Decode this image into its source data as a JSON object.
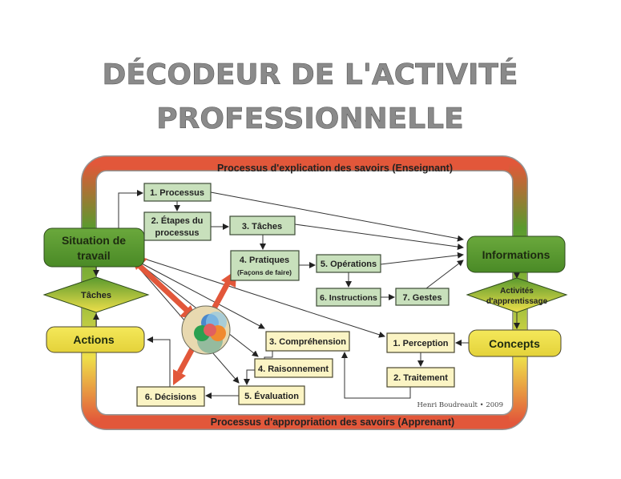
{
  "title": {
    "line1": "DÉCODEUR DE L'ACTIVITÉ",
    "line2": "PROFESSIONNELLE"
  },
  "loop": {
    "top_label": "Processus d'explication des savoirs (Enseignant)",
    "bottom_label": "Processus d'appropriation des savoirs (Apprenant)"
  },
  "nodes": {
    "situation": {
      "line1": "Situation de",
      "line2": "travail"
    },
    "informations": "Informations",
    "taches_diamond": "Tâches",
    "activites": {
      "line1": "Activités",
      "line2": "d'apprentissage"
    },
    "actions": "Actions",
    "concepts": "Concepts"
  },
  "explication_steps": {
    "processus": "1. Processus",
    "etapes": {
      "line1": "2. Étapes du",
      "line2": "processus"
    },
    "taches": "3. Tâches",
    "pratiques": {
      "line1": "4. Pratiques",
      "line2": "(Façons de faire)"
    },
    "operations": "5. Opérations",
    "instructions": "6. Instructions",
    "gestes": "7. Gestes"
  },
  "appropriation_steps": {
    "comprehension": "3. Compréhension",
    "raisonnement": "4. Raisonnement",
    "evaluation": "5. Évaluation",
    "decisions": "6. Décisions",
    "perception": "1. Perception",
    "traitement": "2. Traitement"
  },
  "credit": "Henri Boudreault • 2009",
  "colors": {
    "red": "#e2573a",
    "green": "#5a9a2e",
    "yellow": "#eedf4a",
    "light_green": "#c8e0bc",
    "light_yellow": "#fbf4c4"
  }
}
